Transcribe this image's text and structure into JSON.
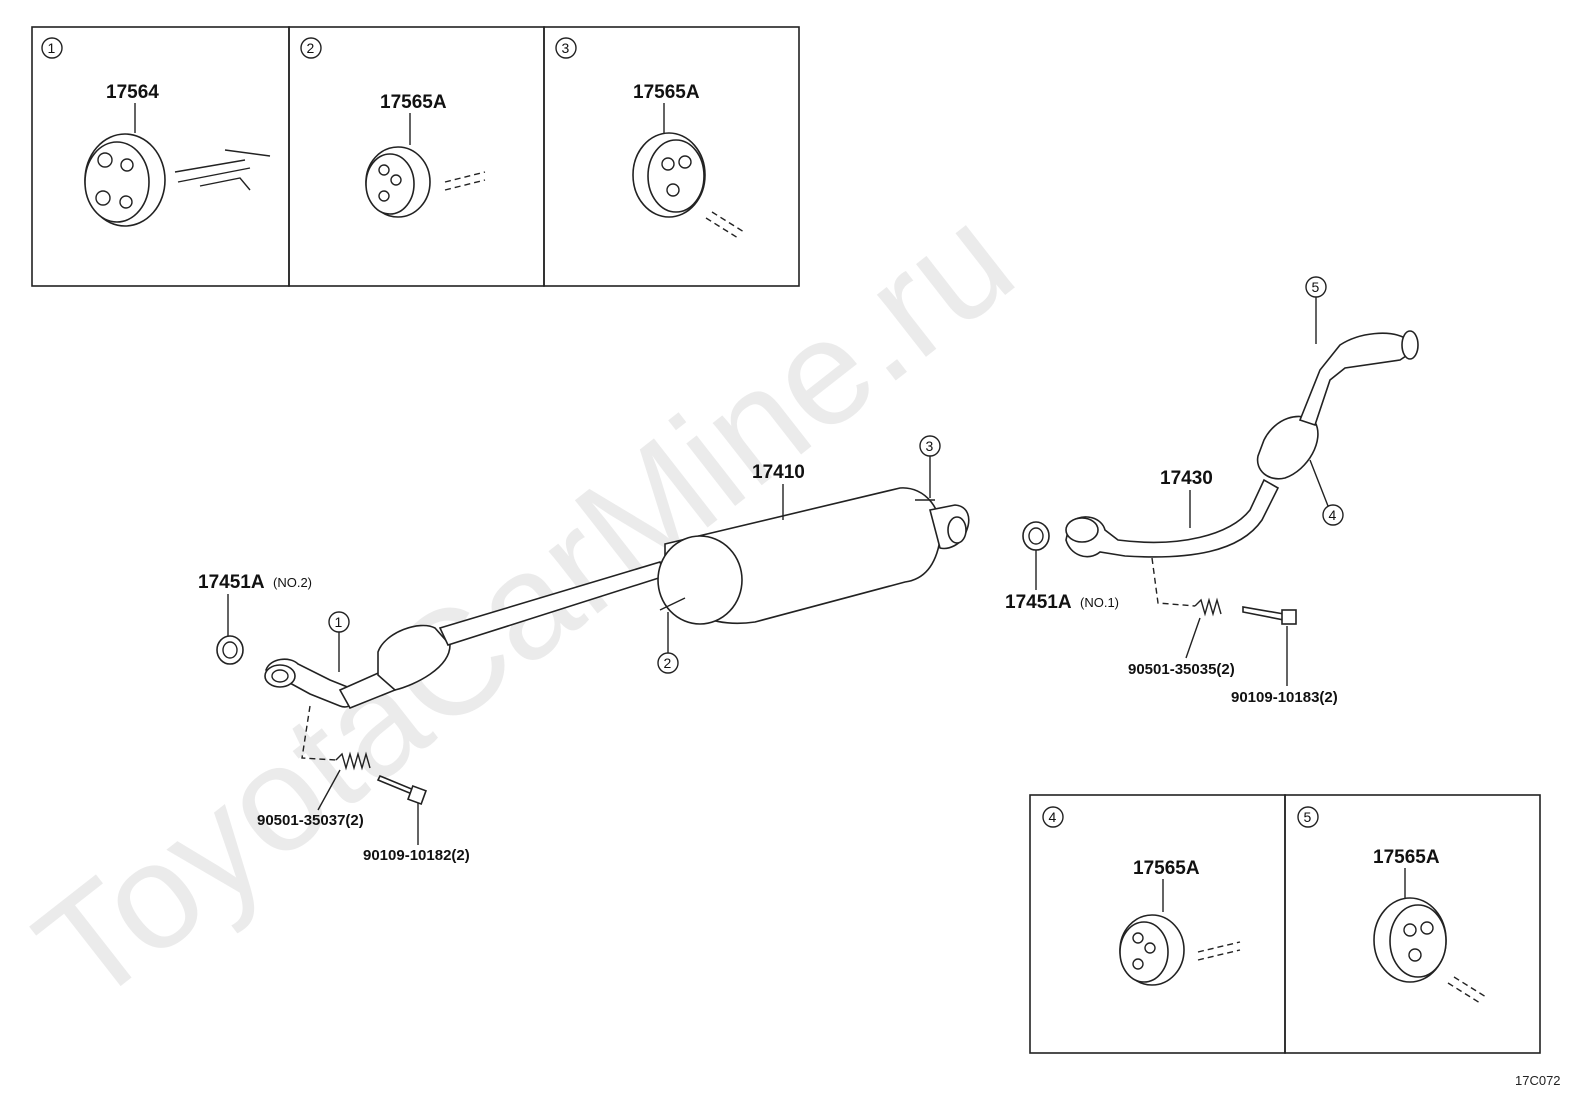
{
  "watermark": "ToyotaCarMine.ru",
  "diagram_code": "17C072",
  "detail_boxes": [
    {
      "marker": "1",
      "part": "17564"
    },
    {
      "marker": "2",
      "part": "17565A"
    },
    {
      "marker": "3",
      "part": "17565A"
    },
    {
      "marker": "4",
      "part": "17565A"
    },
    {
      "marker": "5",
      "part": "17565A"
    }
  ],
  "parts": {
    "center_pipe": "17410",
    "tail_pipe": "17430",
    "gasket_no2": {
      "number": "17451A",
      "note": "(NO.2)"
    },
    "gasket_no1": {
      "number": "17451A",
      "note": "(NO.1)"
    },
    "spring_front": "90501-35037(2)",
    "bolt_front": "90109-10182(2)",
    "spring_rear": "90501-35035(2)",
    "bolt_rear": "90109-10183(2)"
  },
  "markers": {
    "m1": "1",
    "m2": "2",
    "m3": "3",
    "m4": "4",
    "m5": "5"
  }
}
